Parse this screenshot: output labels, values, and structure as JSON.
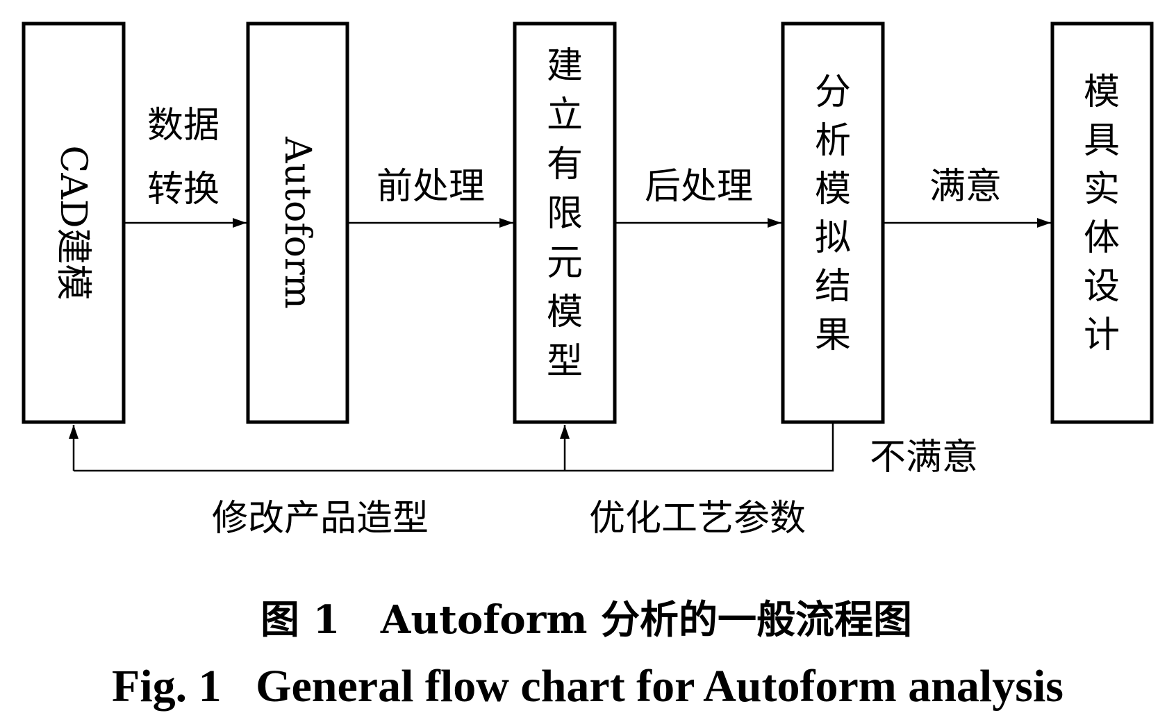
{
  "nodes": {
    "cad_modeling": "CAD建模",
    "autoform": "Autoform",
    "fem_model": "建立有限元模型",
    "sim_results": "分析模拟结果",
    "die_design": "模具实体设计"
  },
  "edges": {
    "data_conversion": [
      "数据",
      "转换"
    ],
    "preprocessing": "前处理",
    "postprocessing": "后处理",
    "satisfied": "满意",
    "unsatisfied": "不满意",
    "modify_product_shape": "修改产品造型",
    "optimize_process_params": "优化工艺参数"
  },
  "caption": {
    "cn": "图 1   Autoform 分析的一般流程图",
    "en": "Fig. 1   General flow chart for Autoform analysis"
  }
}
